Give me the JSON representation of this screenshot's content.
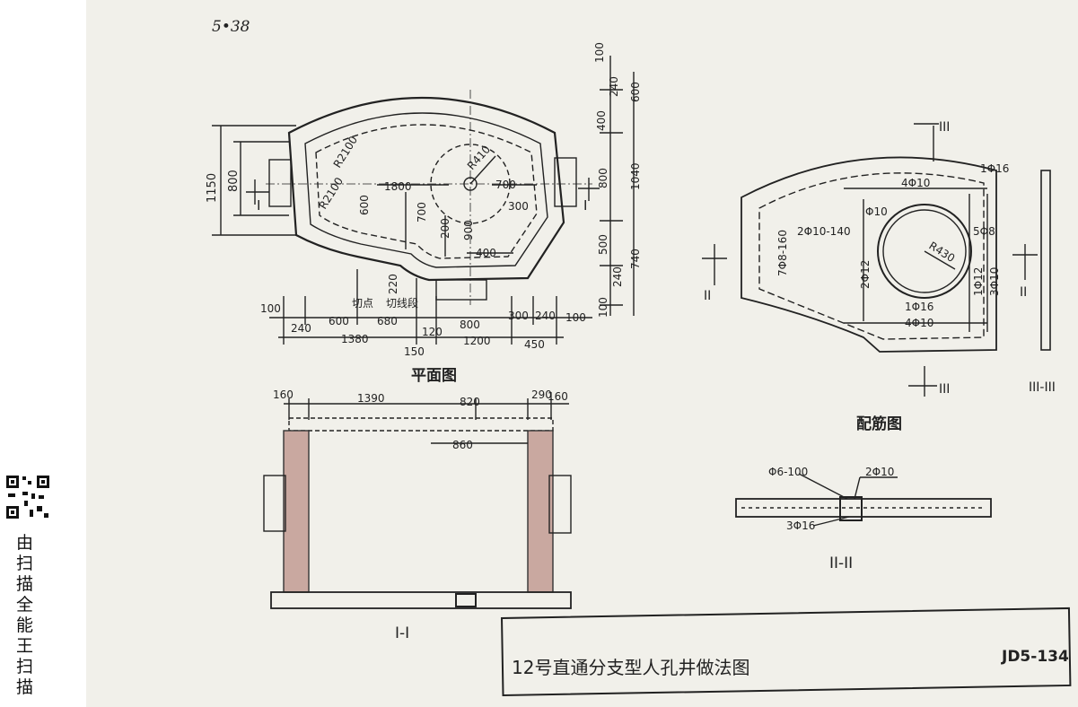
{
  "page": {
    "number": "5•38"
  },
  "views": {
    "plan_title": "平面图",
    "rebar_title": "配筋图",
    "section_1_title": "I-I",
    "section_2_title": "II-II",
    "section_3_label": "III-III"
  },
  "plan": {
    "top_dims": [
      "100",
      "240",
      "600",
      "400",
      "800",
      "1040",
      "500",
      "240",
      "740",
      "100"
    ],
    "left_dims": [
      "1150",
      "800"
    ],
    "inner_labels": [
      "R2100",
      "R2100",
      "1800",
      "600",
      "R410",
      "700",
      "300",
      "700",
      "200",
      "900",
      "400"
    ],
    "bottom_dims": [
      "100",
      "240",
      "600",
      "680",
      "800",
      "300",
      "240",
      "100",
      "1380",
      "120",
      "1200",
      "450",
      "150",
      "220"
    ],
    "notes": [
      "切点",
      "切线段"
    ],
    "section_marks": [
      "I",
      "I"
    ]
  },
  "section_I": {
    "top_dims": [
      "160",
      "1390",
      "820",
      "290",
      "160",
      "860"
    ]
  },
  "rebar": {
    "labels": [
      "1Φ16",
      "4Φ10",
      "Φ10",
      "2Φ10-140",
      "7Φ8-160",
      "2Φ12",
      "R430",
      "5Φ8",
      "1Φ12",
      "3Φ10",
      "1Φ16",
      "4Φ10"
    ],
    "section_marks": [
      "III",
      "III",
      "II",
      "II"
    ]
  },
  "section_II": {
    "labels": [
      "Φ6-100",
      "2Φ10",
      "3Φ16"
    ]
  },
  "title_block": {
    "title": "12号直通分支型人孔井做法图",
    "code": "JD5-134"
  },
  "watermark": {
    "text": "由 扫描全能王 扫描"
  },
  "colors": {
    "ink": "#222222",
    "paper": "#f1f0ea",
    "brick": "#9a5a50"
  }
}
